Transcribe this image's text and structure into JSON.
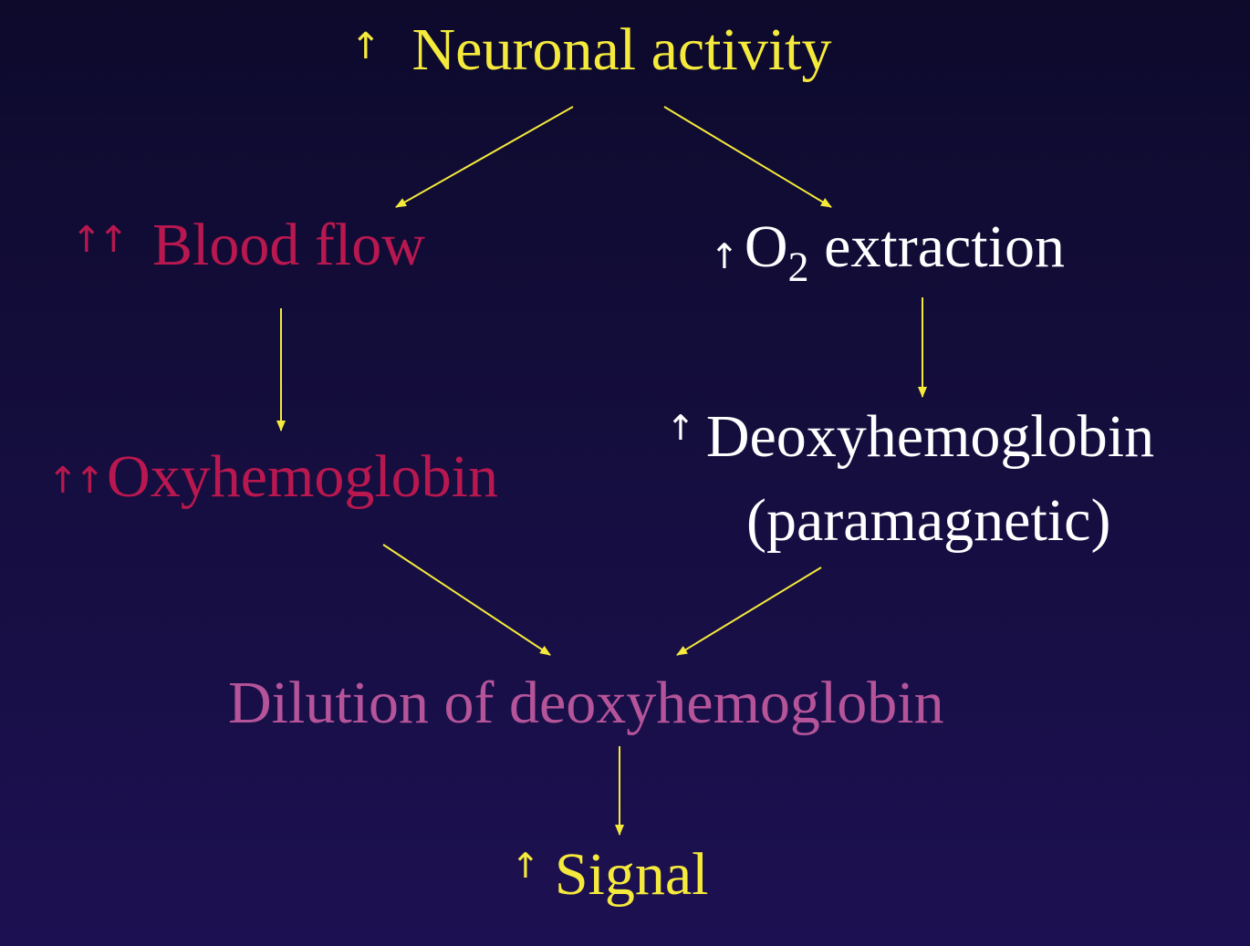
{
  "colors": {
    "background_top": "#0d0a2c",
    "background_bottom": "#1d1052",
    "arrow": "#f5ea3c",
    "yellow_text": "#f5ea3c",
    "red_text": "#b8184f",
    "white_text": "#ffffff",
    "pink_text": "#b55499"
  },
  "nodes": {
    "neuronal_activity": {
      "indicator": "↑",
      "label": "Neuronal activity"
    },
    "blood_flow": {
      "indicator": "↑↑",
      "label": "Blood flow"
    },
    "o2_extraction": {
      "indicator": "↑",
      "label_main": "O",
      "label_sub": "2",
      "label_rest": " extraction"
    },
    "oxyhemoglobin": {
      "indicator": "↑↑",
      "label": "Oxyhemoglobin"
    },
    "deoxyhemoglobin": {
      "indicator": "↑",
      "label": "Deoxyhemoglobin",
      "note": "(paramagnetic)"
    },
    "dilution": {
      "label": "Dilution of deoxyhemoglobin"
    },
    "signal": {
      "indicator": "↑",
      "label": "Signal"
    }
  },
  "edges": [
    {
      "from": "neuronal_activity",
      "to": "blood_flow"
    },
    {
      "from": "neuronal_activity",
      "to": "o2_extraction"
    },
    {
      "from": "blood_flow",
      "to": "oxyhemoglobin"
    },
    {
      "from": "o2_extraction",
      "to": "deoxyhemoglobin"
    },
    {
      "from": "oxyhemoglobin",
      "to": "dilution"
    },
    {
      "from": "deoxyhemoglobin",
      "to": "dilution"
    },
    {
      "from": "dilution",
      "to": "signal"
    }
  ]
}
